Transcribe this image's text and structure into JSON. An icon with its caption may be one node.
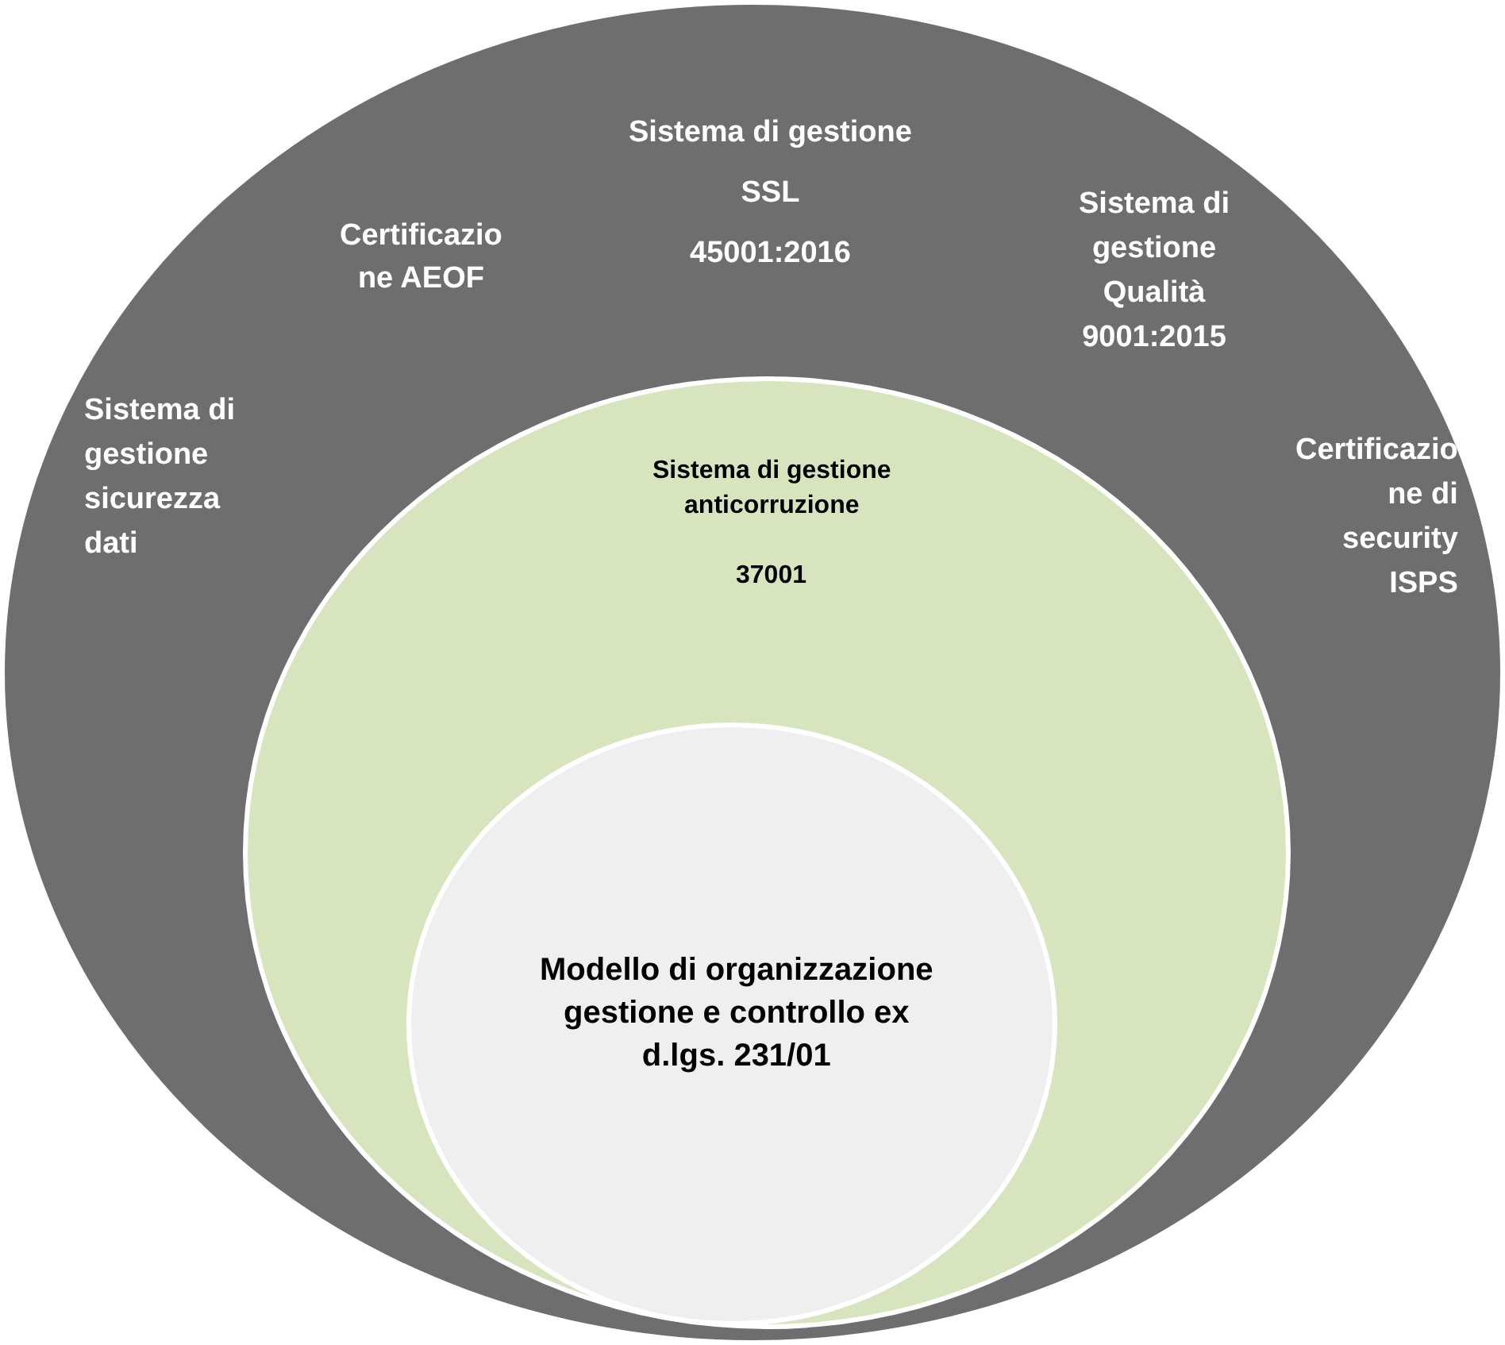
{
  "diagram": {
    "nodes": [
      {
        "text": [
          "Sistema di gestione SSL 45001:2016",
          "Certificazio ne AEOF",
          "Sistema di gestione Qualità 9001:2015",
          "Sistema di gestione sicurezza dati",
          "Certificazio ne di security ISPS"
        ]
      },
      {
        "text": [
          "Sistema di gestione anticorruzione",
          "37001"
        ],
        "in": 0
      },
      {
        "text": [
          "Modello di organizzazione gestione e controllo ex d.lgs. 231/01"
        ],
        "in": 1
      }
    ]
  }
}
